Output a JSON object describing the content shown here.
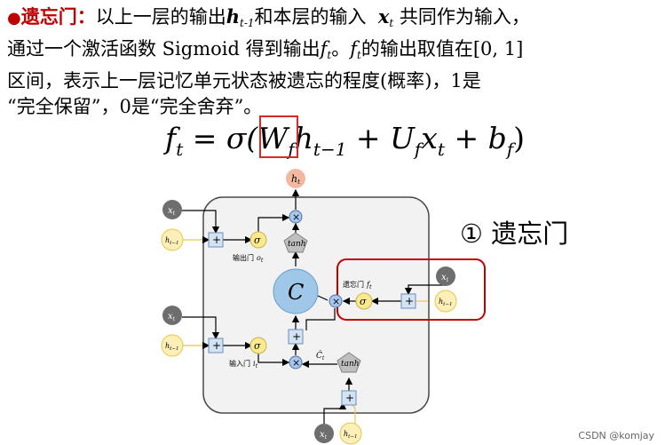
{
  "paragraph": {
    "bullet": "●",
    "term": "遗忘门：",
    "l1_a": "以上一层的输出",
    "l1_h": "h",
    "l1_hsub": "t-1",
    "l1_b": "和本层的输入",
    "l1_x": "x",
    "l1_xsub": "t",
    "l1_c": "共同作为输入，",
    "l2_a": "通过一个激活函数 Sigmoid 得到输出",
    "l2_f": "f",
    "l2_fsub": "t",
    "l2_b": "。",
    "l2_f2": "f",
    "l2_f2sub": "t",
    "l2_c": "的输出取值在[0, 1]",
    "l3": "区间，表示上一层记忆单元状态被遗忘的程度(概率)，1是",
    "l4": "“完全保留”，0是“完全舍弃”。"
  },
  "formula": {
    "f": "f",
    "f_sub": "t",
    "eq": " = ",
    "sigma": "σ(",
    "W": "W",
    "W_sub": "f",
    "h": "h",
    "h_sub": "t−1",
    "plus1": " + ",
    "U": "U",
    "U_sub": "f",
    "x": "x",
    "x_sub": "t",
    "plus2": " + ",
    "b": "b",
    "b_sub": "f",
    "close": ")"
  },
  "gate_label": "① 遗忘门",
  "diagram": {
    "ht_out": "h",
    "ht_out_sub": "t",
    "xt": "x",
    "xt_sub": "t",
    "ht1": "h",
    "ht1_sub": "t−1",
    "plus": "+",
    "times": "×",
    "sigma": "σ",
    "tanh": "tanh",
    "cell": "C",
    "output_gate": "输出门",
    "output_gate_sym": "o",
    "output_gate_sub": "t",
    "input_gate": "输入门",
    "input_gate_sym": "i",
    "input_gate_sub": "t",
    "forget_gate": "遗忘门",
    "forget_gate_sym": "f",
    "forget_gate_sub": "t",
    "ctilde": "Ĉ",
    "ctilde_sub": "t"
  },
  "colors": {
    "highlight_red": "#c00000",
    "box_red": "#d42a2a",
    "cell_blue": "#9fc7e8",
    "sigma_yellow": "#fbe98e",
    "h_orange": "#f3b9a0",
    "x_gray": "#6e6e6e",
    "ht1_yellow": "#fcefb8",
    "plus_box": "#d4e3f4",
    "tanh_gray": "#bfbfbf"
  },
  "watermark": "CSDN @komjay"
}
